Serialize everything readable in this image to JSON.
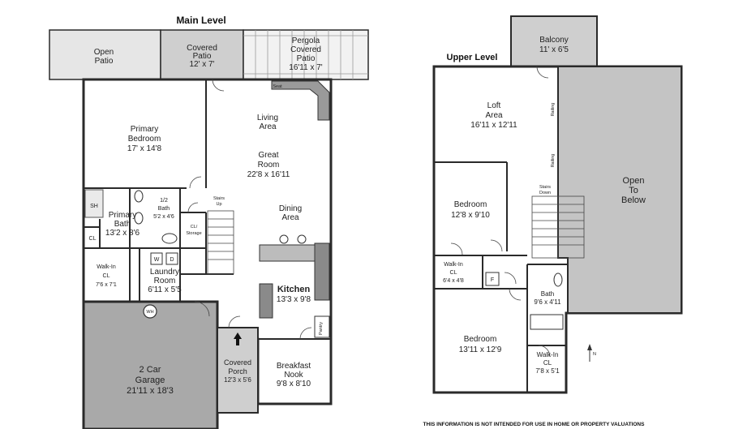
{
  "main_level": {
    "title": "Main Level",
    "rooms": {
      "open_patio": [
        "Open",
        "Patio"
      ],
      "covered_patio": [
        "Covered",
        "Patio",
        "12' x 7'"
      ],
      "pergola": [
        "Pergola",
        "Covered",
        "Patio",
        "16'11 x 7'"
      ],
      "seat": "Seat",
      "primary_bedroom": [
        "Primary",
        "Bedroom",
        "17' x 14'8"
      ],
      "living_area": [
        "Living",
        "Area"
      ],
      "great_room": [
        "Great",
        "Room",
        "22'8 x 16'11"
      ],
      "dining_area": [
        "Dining",
        "Area"
      ],
      "stairs_up": [
        "Stairs",
        "Up"
      ],
      "sh": "SH",
      "primary_bath": [
        "Primary",
        "Bath",
        "13'2 x 8'6"
      ],
      "half_bath": [
        "1/2",
        "Bath",
        "5'2 x 4'6"
      ],
      "cl_storage": [
        "CL/",
        "Storage"
      ],
      "cl": "CL",
      "walkin_cl": [
        "Walk-In",
        "CL",
        "7'6 x 7'1"
      ],
      "washer": "W",
      "dryer": "D",
      "laundry": [
        "Laundry",
        "Room",
        "6'11 x 5'5"
      ],
      "kitchen": [
        "Kitchen",
        "13'3 x 9'8"
      ],
      "pantry": "Pantry",
      "wh": "WH",
      "garage": [
        "2 Car",
        "Garage",
        "21'11 x 18'3"
      ],
      "covered_porch": [
        "Covered",
        "Porch",
        "12'3 x 5'6"
      ],
      "breakfast_nook": [
        "Breakfast",
        "Nook",
        "9'8 x 8'10"
      ]
    }
  },
  "upper_level": {
    "title": "Upper Level",
    "rooms": {
      "balcony": [
        "Balcony",
        "11' x 6'5"
      ],
      "loft": [
        "Loft",
        "Area",
        "16'11 x 12'11"
      ],
      "railing": "Railing",
      "stairs_down": [
        "Stairs",
        "Down"
      ],
      "open_to_below": [
        "Open",
        "To",
        "Below"
      ],
      "bedroom_1": [
        "Bedroom",
        "12'8 x 9'10"
      ],
      "walkin_cl_1": [
        "Walk-In",
        "CL",
        "6'4 x 4'8"
      ],
      "f": "F",
      "bath": [
        "Bath",
        "9'6 x 4'11"
      ],
      "bedroom_2": [
        "Bedroom",
        "13'11 x 12'9"
      ],
      "walkin_cl_2": [
        "Walk-In",
        "CL",
        "7'8 x 5'1"
      ],
      "compass": "N"
    }
  },
  "disclaimer": "THIS INFORMATION IS NOT INTENDED FOR USE IN HOME OR PROPERTY VALUATIONS",
  "colors": {
    "wall": "#2a2a2a",
    "patio": "#e6e6e6",
    "covered": "#cfcfcf",
    "garage": "#a9a9a9",
    "open_below": "#c4c4c4"
  }
}
